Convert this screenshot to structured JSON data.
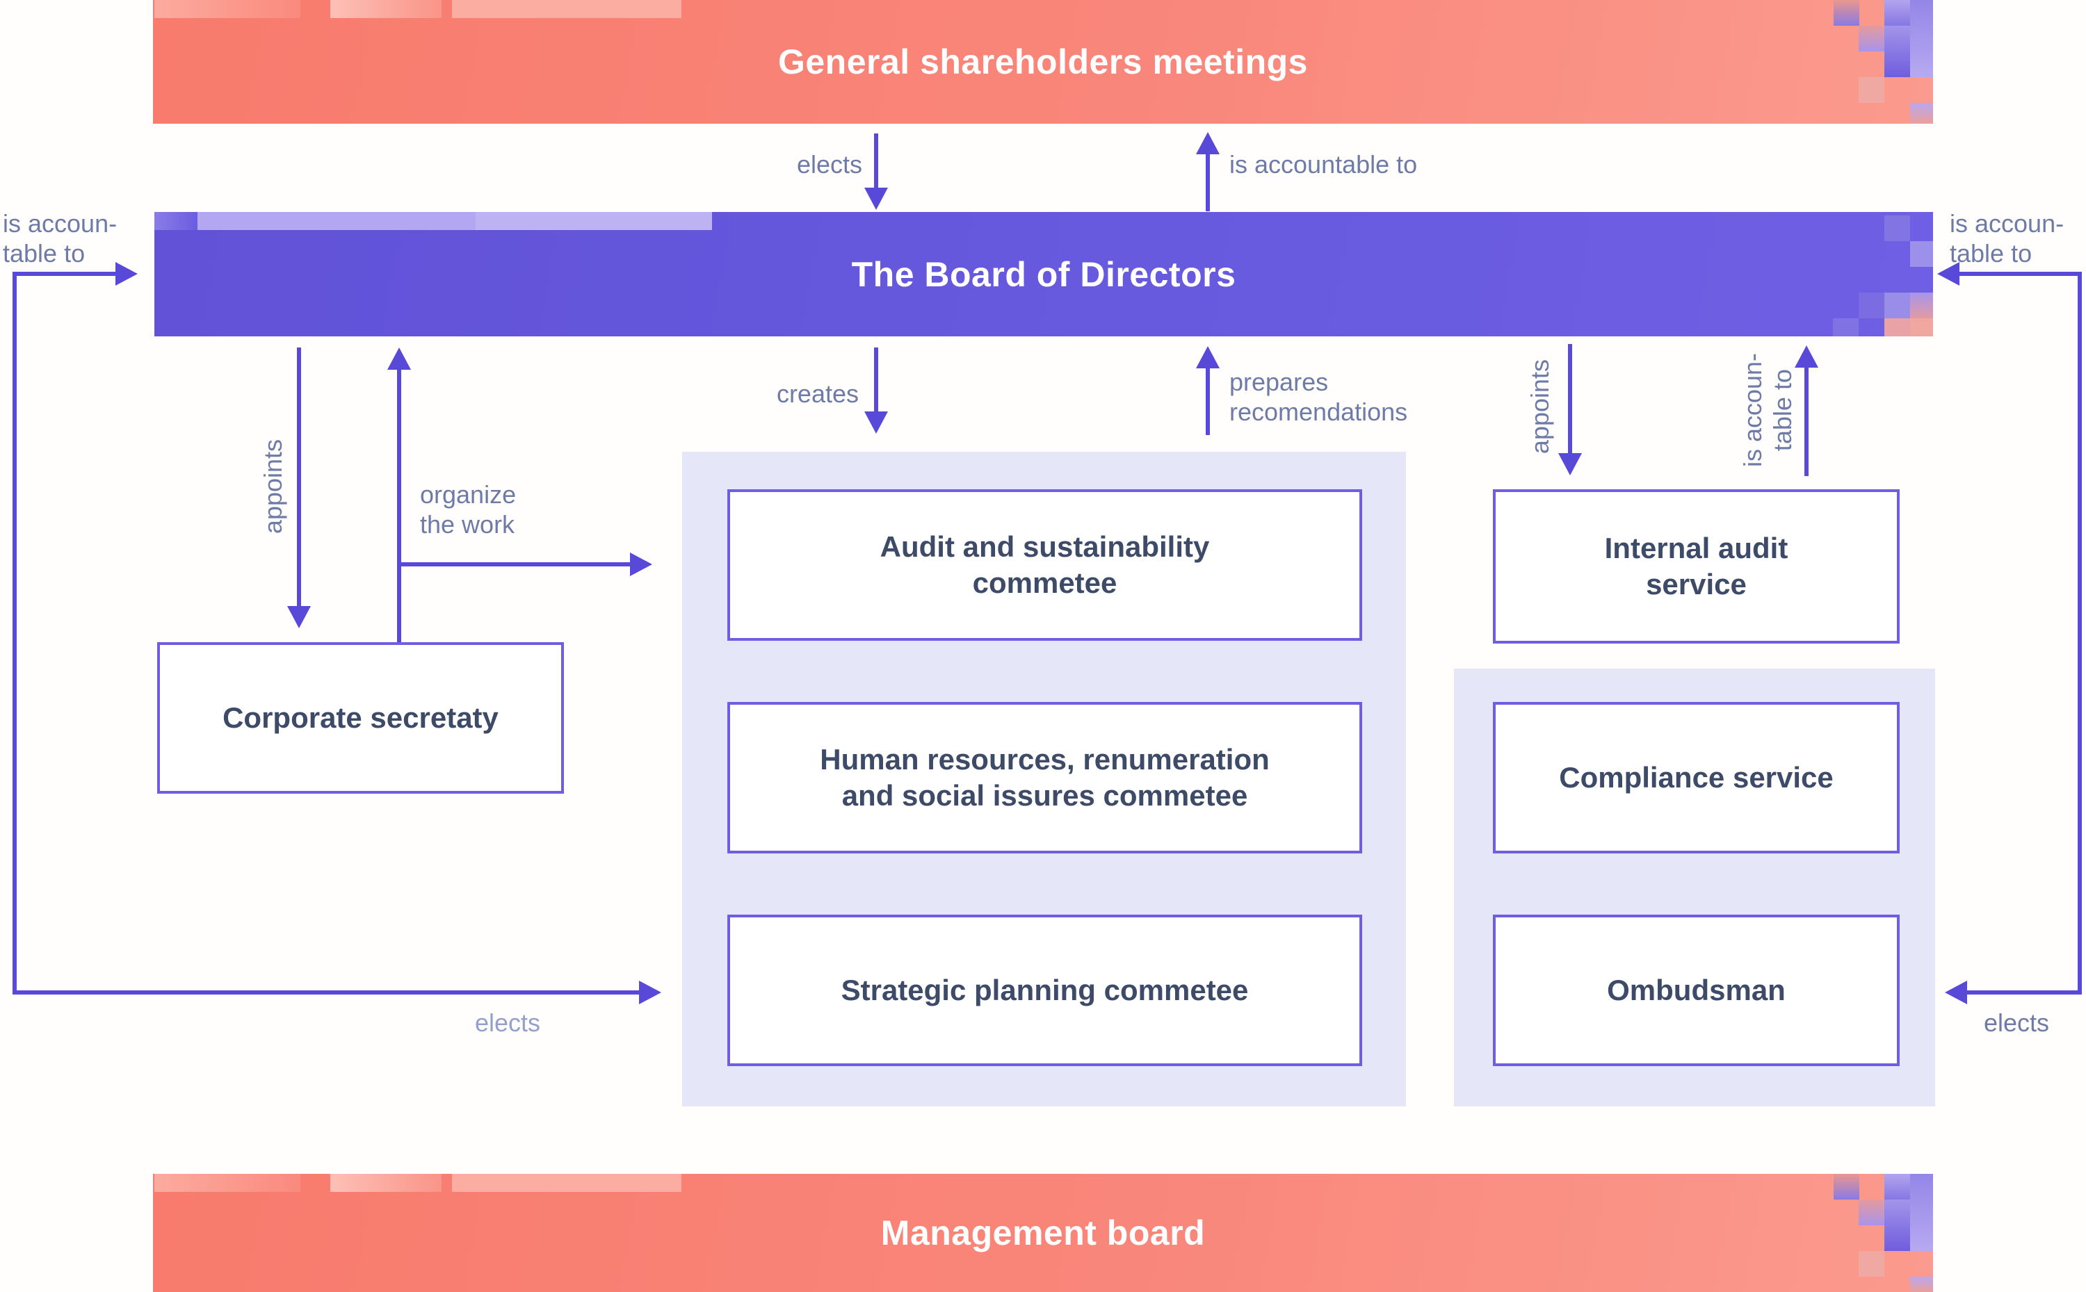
{
  "banners": {
    "shareholders": "General shareholders meetings",
    "board": "The Board of Directors",
    "management": "Management board"
  },
  "relations": {
    "elects_top": "elects",
    "is_accountable_top": "is accountable to",
    "creates": "creates",
    "prepares_recommendations": "prepares\nrecomendations",
    "appoints_left": "appoints",
    "organize_the_work": "organize\nthe work",
    "is_accountable_left_outer": "is accoun-\ntable to",
    "elects_bottom_left": "elects",
    "appoints_right": "appoints",
    "is_accountable_right_inner": "is accoun-\ntable to",
    "is_accountable_right_outer": "is accoun-\ntable to",
    "elects_bottom_right": "elects"
  },
  "nodes": {
    "corporate_secretary": "Corporate secretaty",
    "committees": [
      "Audit and sustainability\ncommetee",
      "Human resources, renumeration\nand social issures commetee",
      "Strategic planning commetee"
    ],
    "internal_audit": "Internal audit\nservice",
    "compliance_service": "Compliance service",
    "ombudsman": "Ombudsman"
  },
  "colors": {
    "coral_banner": "#f87b6d",
    "coral_banner_light": "#fb9a8e",
    "purple_banner": "#675ade",
    "arrow_purple": "#5849d8",
    "box_border": "#6f5de2",
    "panel_background": "#e5e7f8",
    "node_text": "#3d4b68",
    "label_text": "#6e7ba7"
  }
}
